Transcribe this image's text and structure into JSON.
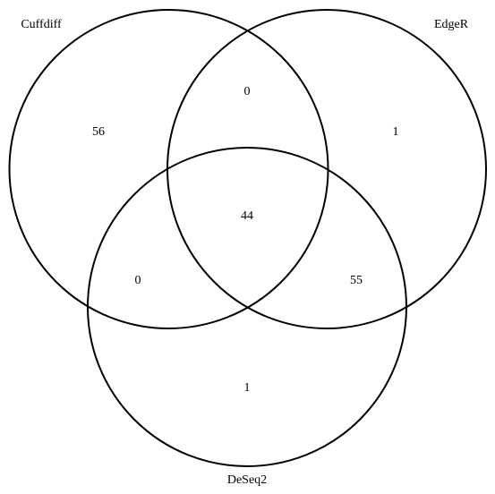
{
  "sets": [
    {
      "id": "cuffdiff",
      "label": "Cuffdiff"
    },
    {
      "id": "edger",
      "label": "EdgeR"
    },
    {
      "id": "deseq2",
      "label": "DeSeq2"
    }
  ],
  "regions": {
    "cuffdiff_only": "56",
    "edger_only": "1",
    "deseq2_only": "1",
    "cuffdiff_edger": "0",
    "cuffdiff_deseq2": "0",
    "edger_deseq2": "55",
    "all_three": "44"
  },
  "colors": {
    "stroke": "#000000",
    "text": "#000000",
    "background": "#ffffff"
  }
}
